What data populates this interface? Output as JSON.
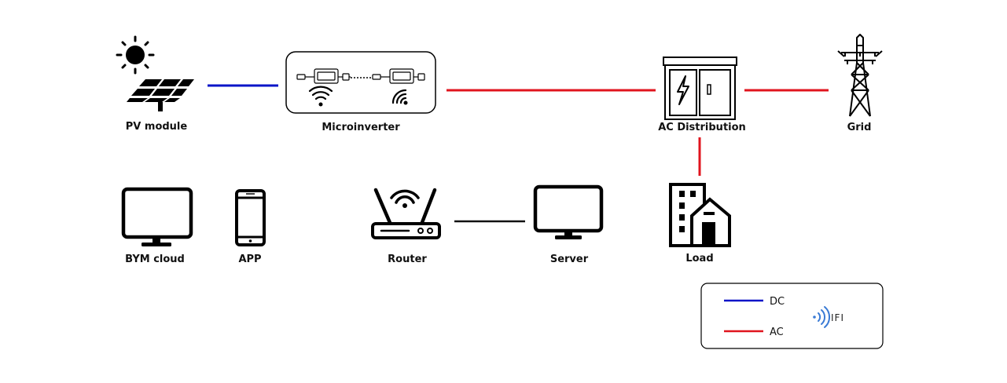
{
  "diagram": {
    "nodes": {
      "pv_module": "PV module",
      "microinverter": "Microinverter",
      "ac_distribution": "AC Distribution",
      "grid": "Grid",
      "bym_cloud": "BYM cloud",
      "app": "APP",
      "router": "Router",
      "server": "Server",
      "load": "Load"
    },
    "legend": {
      "dc_label": "DC",
      "ac_label": "AC",
      "wifi_label": "IFI"
    },
    "colors": {
      "dc": "#0a14c8",
      "ac": "#e0141e",
      "data": "#111111",
      "icon": "#000000",
      "wifi_accent": "#3a7bd5"
    }
  }
}
